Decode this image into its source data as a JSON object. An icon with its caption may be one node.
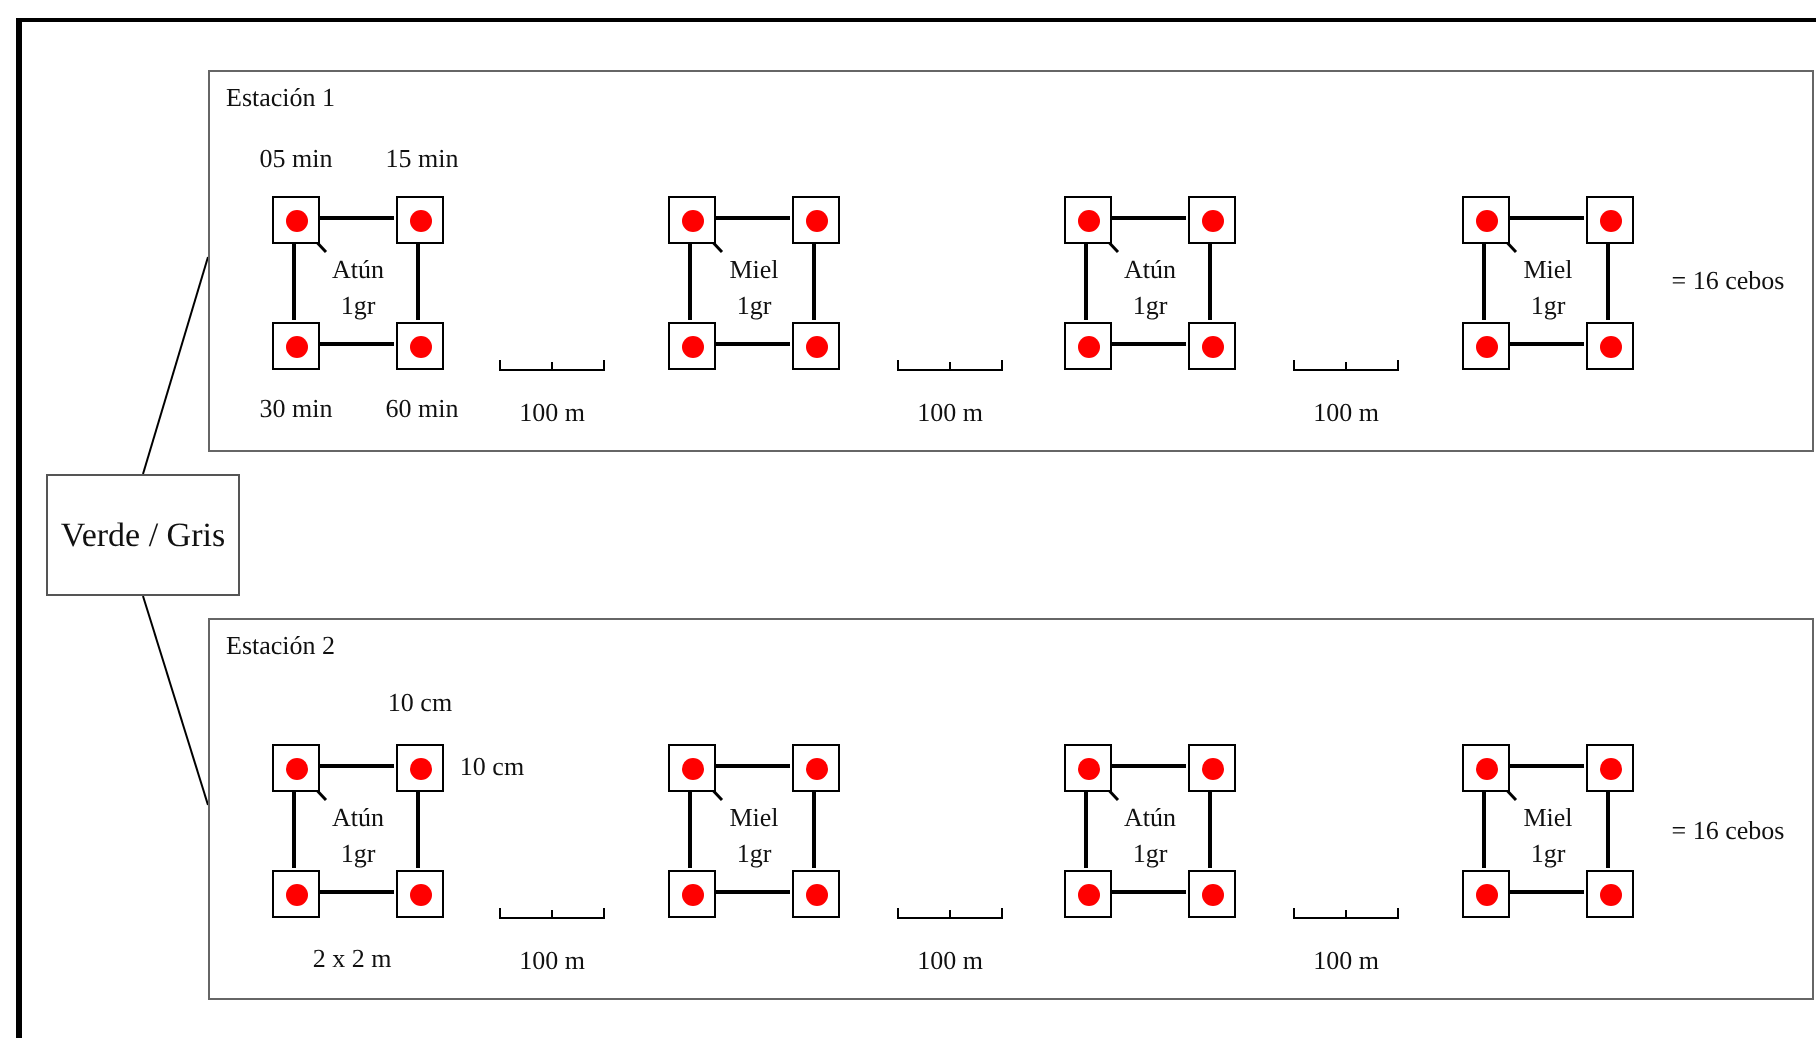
{
  "diagram": {
    "nodes": [
      {
        "text": [
          "Verde / Gris"
        ]
      },
      {
        "text": [
          "Estación 1"
        ]
      },
      {
        "text": [],
        "shape": "box",
        "in": 1
      },
      {
        "text": [],
        "shape": "box",
        "in": 1
      },
      {
        "text": [
          "Atún 1gr"
        ],
        "in": 1
      },
      {
        "text": [],
        "shape": "box",
        "in": 1
      },
      {
        "text": [],
        "shape": "box",
        "in": 1
      },
      {
        "text": [],
        "shape": "box",
        "in": 1
      },
      {
        "text": [],
        "shape": "box",
        "in": 1
      },
      {
        "text": [
          "Miel 1gr"
        ],
        "in": 1
      },
      {
        "text": [],
        "shape": "box",
        "in": 1
      },
      {
        "text": [],
        "shape": "box",
        "in": 1
      },
      {
        "text": [],
        "shape": "box",
        "in": 1
      },
      {
        "text": [],
        "shape": "box",
        "in": 1
      },
      {
        "text": [
          "Atún 1gr"
        ],
        "in": 1
      },
      {
        "text": [],
        "shape": "box",
        "in": 1
      },
      {
        "text": [],
        "shape": "box",
        "in": 1
      },
      {
        "text": [],
        "shape": "box",
        "in": 1
      },
      {
        "text": [],
        "shape": "box",
        "in": 1
      },
      {
        "text": [
          "Miel 1gr"
        ],
        "in": 1
      },
      {
        "text": [],
        "shape": "box",
        "in": 1
      },
      {
        "text": [],
        "shape": "box",
        "in": 1
      },
      {
        "text": [
          "Estación 2"
        ]
      },
      {
        "text": [],
        "shape": "box",
        "in": 22
      },
      {
        "text": [],
        "shape": "box",
        "in": 22
      },
      {
        "text": [
          "Atún 1gr"
        ],
        "in": 22
      },
      {
        "text": [],
        "shape": "box",
        "in": 22
      },
      {
        "text": [],
        "shape": "box",
        "in": 22
      },
      {
        "text": [],
        "shape": "box",
        "in": 22
      },
      {
        "text": [],
        "shape": "box",
        "in": 22
      },
      {
        "text": [
          "Miel 1gr"
        ],
        "in": 22
      },
      {
        "text": [],
        "shape": "box",
        "in": 22
      },
      {
        "text": [],
        "shape": "box",
        "in": 22
      },
      {
        "text": [],
        "shape": "box",
        "in": 22
      },
      {
        "text": [],
        "shape": "box",
        "in": 22
      },
      {
        "text": [
          "Atún 1gr"
        ],
        "in": 22
      },
      {
        "text": [],
        "shape": "box",
        "in": 22
      },
      {
        "text": [],
        "shape": "box",
        "in": 22
      },
      {
        "text": [],
        "shape": "box",
        "in": 22
      },
      {
        "text": [],
        "shape": "box",
        "in": 22
      },
      {
        "text": [
          "Miel 1gr"
        ],
        "in": 22
      },
      {
        "text": [],
        "shape": "box",
        "in": 22
      },
      {
        "text": [],
        "shape": "box",
        "in": 22
      }
    ],
    "edges": [
      {
        "from": 0,
        "to": 1,
        "arrow": "none"
      },
      {
        "from": 0,
        "to": 22,
        "arrow": "none"
      },
      {
        "from": 2,
        "to": 3,
        "arrow": "none"
      },
      {
        "from": 2,
        "to": 5,
        "arrow": "none"
      },
      {
        "from": 3,
        "to": 6,
        "arrow": "none"
      },
      {
        "from": 5,
        "to": 6,
        "arrow": "none"
      },
      {
        "from": 4,
        "to": 2,
        "arrow": "none"
      },
      {
        "from": 7,
        "to": 8,
        "arrow": "none"
      },
      {
        "from": 7,
        "to": 10,
        "arrow": "none"
      },
      {
        "from": 8,
        "to": 11,
        "arrow": "none"
      },
      {
        "from": 10,
        "to": 11,
        "arrow": "none"
      },
      {
        "from": 9,
        "to": 7,
        "arrow": "none"
      },
      {
        "from": 12,
        "to": 13,
        "arrow": "none"
      },
      {
        "from": 12,
        "to": 15,
        "arrow": "none"
      },
      {
        "from": 13,
        "to": 16,
        "arrow": "none"
      },
      {
        "from": 15,
        "to": 16,
        "arrow": "none"
      },
      {
        "from": 14,
        "to": 12,
        "arrow": "none"
      },
      {
        "from": 17,
        "to": 18,
        "arrow": "none"
      },
      {
        "from": 17,
        "to": 20,
        "arrow": "none"
      },
      {
        "from": 18,
        "to": 21,
        "arrow": "none"
      },
      {
        "from": 20,
        "to": 21,
        "arrow": "none"
      },
      {
        "from": 19,
        "to": 17,
        "arrow": "none"
      },
      {
        "from": 23,
        "to": 24,
        "arrow": "none"
      },
      {
        "from": 23,
        "to": 26,
        "arrow": "none"
      },
      {
        "from": 24,
        "to": 27,
        "arrow": "none"
      },
      {
        "from": 26,
        "to": 27,
        "arrow": "none"
      },
      {
        "from": 25,
        "to": 23,
        "arrow": "none"
      },
      {
        "from": 28,
        "to": 29,
        "arrow": "none"
      },
      {
        "from": 28,
        "to": 31,
        "arrow": "none"
      },
      {
        "from": 29,
        "to": 32,
        "arrow": "none"
      },
      {
        "from": 31,
        "to": 32,
        "arrow": "none"
      },
      {
        "from": 30,
        "to": 28,
        "arrow": "none"
      },
      {
        "from": 33,
        "to": 34,
        "arrow": "none"
      },
      {
        "from": 33,
        "to": 36,
        "arrow": "none"
      },
      {
        "from": 34,
        "to": 37,
        "arrow": "none"
      },
      {
        "from": 36,
        "to": 37,
        "arrow": "none"
      },
      {
        "from": 35,
        "to": 33,
        "arrow": "none"
      },
      {
        "from": 38,
        "to": 39,
        "arrow": "none"
      },
      {
        "from": 38,
        "to": 41,
        "arrow": "none"
      },
      {
        "from": 39,
        "to": 42,
        "arrow": "none"
      },
      {
        "from": 41,
        "to": 42,
        "arrow": "none"
      },
      {
        "from": 40,
        "to": 38,
        "arrow": "none"
      }
    ],
    "labels": [
      "05 min",
      "15 min",
      "30 min",
      "60 min",
      "100 m",
      "100 m",
      "100 m",
      "= 16 cebos",
      "10 cm",
      "10 cm",
      "= 16 cebos",
      "2 x 2 m",
      "100 m",
      "100 m",
      "100 m"
    ]
  }
}
